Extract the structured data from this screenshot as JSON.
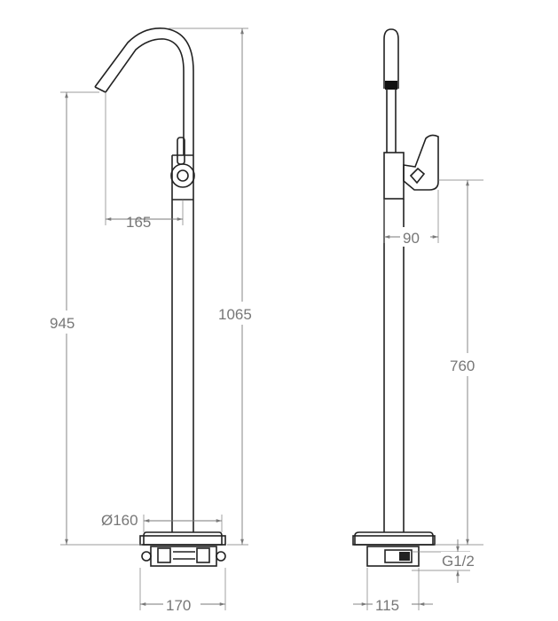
{
  "front_view": {
    "dims": {
      "spout_reach": "165",
      "spout_height": "945",
      "total_height": "1065",
      "base_diameter": "Ø160",
      "base_width": "170"
    }
  },
  "side_view": {
    "dims": {
      "handle_projection": "90",
      "handle_height": "760",
      "connection_thread": "G1/2",
      "base_width": "115"
    }
  },
  "colors": {
    "outline": "#222222",
    "dimension": "#7a7a7a",
    "dimension_text": "#777777"
  }
}
